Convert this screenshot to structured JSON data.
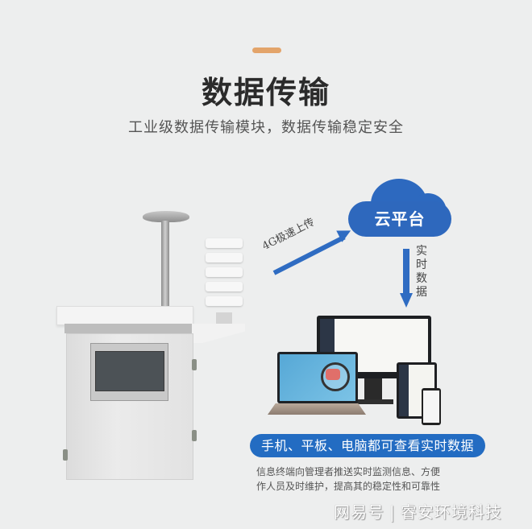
{
  "header": {
    "title": "数据传输",
    "subtitle": "工业级数据传输模块，数据传输稳定安全",
    "accent_color": "#e3a46a"
  },
  "diagram": {
    "upload_arrow_label": "4G极速上传",
    "cloud_label": "云平台",
    "download_arrow_label": "实时数据",
    "arrow_color": "#2f6cc2",
    "cloud_color": "#2d69bf"
  },
  "devices": {
    "banner": "手机、平板、电脑都可查看实时数据",
    "banner_color": "#236cc2",
    "description_line1": "信息终端向管理者推送实时监测信息、方便",
    "description_line2": "作人员及时维护，提高其的稳定性和可靠性"
  },
  "watermark": {
    "platform": "网易号",
    "separator": "|",
    "author": "睿安环境科技"
  }
}
